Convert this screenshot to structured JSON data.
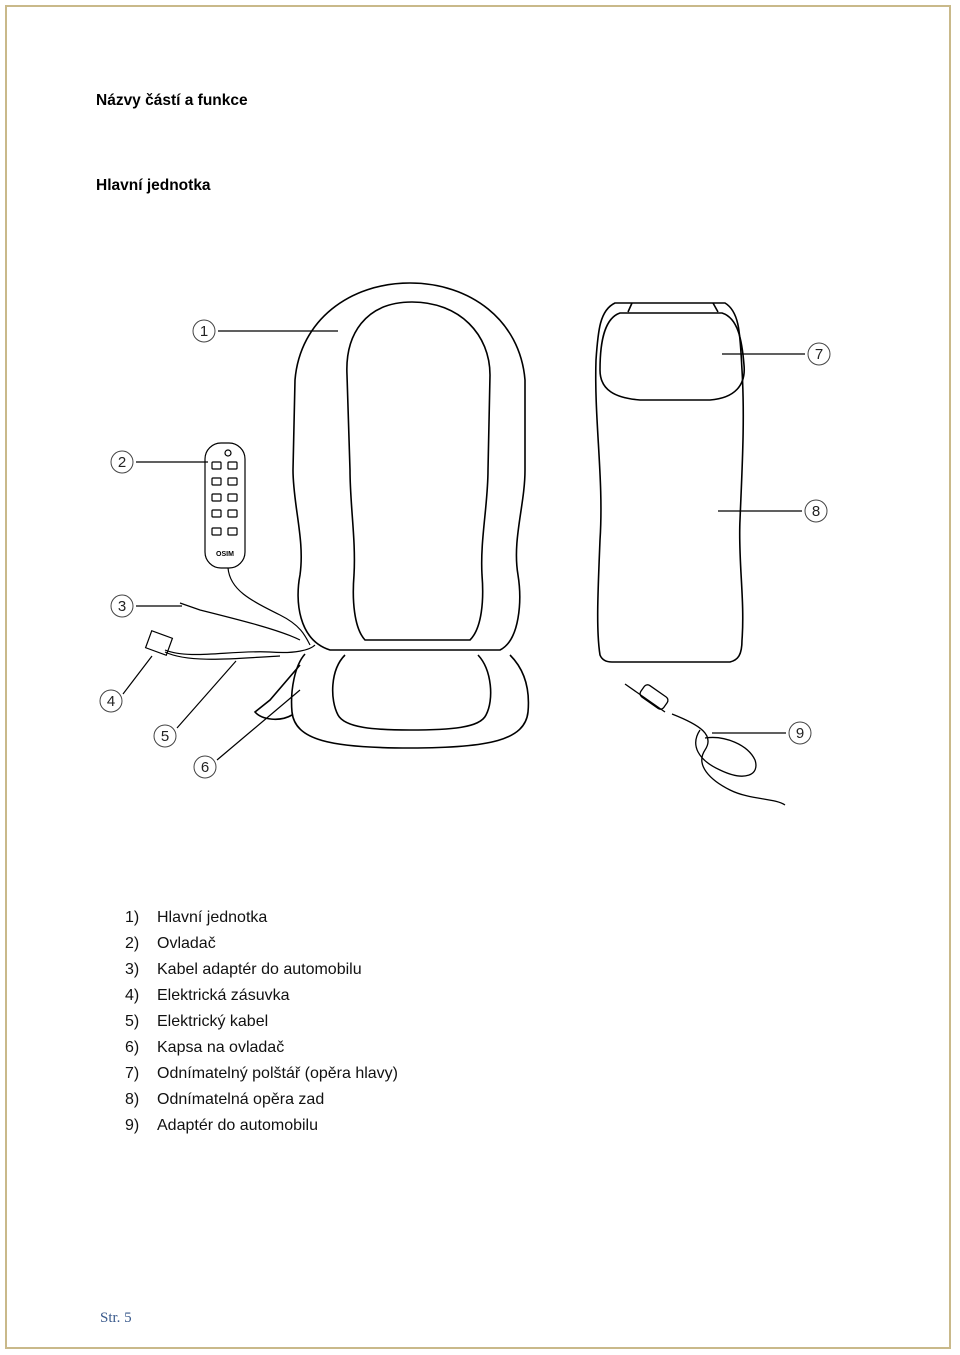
{
  "header": {
    "title": "Názvy částí a funkce",
    "section": "Hlavní jednotka"
  },
  "diagram": {
    "callouts": [
      "1",
      "2",
      "3",
      "4",
      "5",
      "6",
      "7",
      "8",
      "9"
    ],
    "remote_brand": "OSIM"
  },
  "parts": [
    {
      "num": "1)",
      "label": "Hlavní jednotka"
    },
    {
      "num": "2)",
      "label": "Ovladač"
    },
    {
      "num": "3)",
      "label": "Kabel adaptér do automobilu"
    },
    {
      "num": "4)",
      "label": "Elektrická zásuvka"
    },
    {
      "num": "5)",
      "label": "Elektrický kabel"
    },
    {
      "num": "6)",
      "label": "Kapsa na ovladač"
    },
    {
      "num": "7)",
      "label": "Odnímatelný polštář (opěra hlavy)"
    },
    {
      "num": "8)",
      "label": "Odnímatelná opěra zad"
    },
    {
      "num": "9)",
      "label": "Adaptér do automobilu"
    }
  ],
  "footer": {
    "page": "Str. 5"
  },
  "colors": {
    "border": "#c9b98a",
    "footer_text": "#3a5a8c"
  }
}
